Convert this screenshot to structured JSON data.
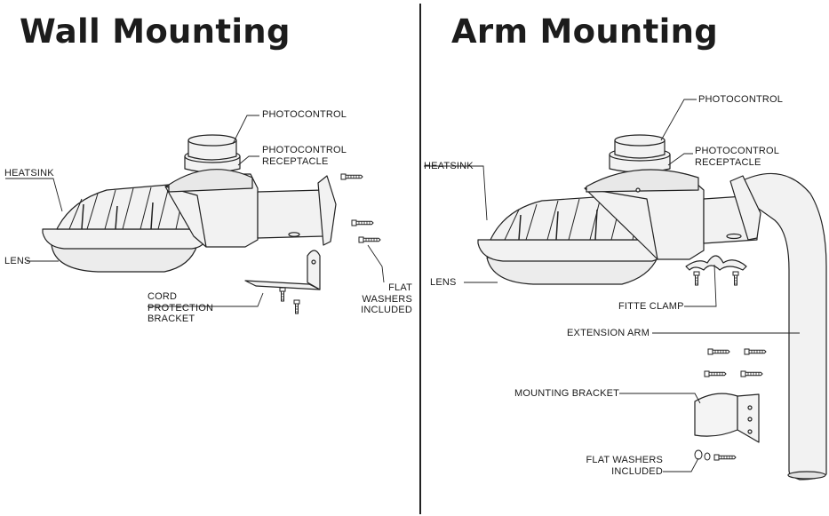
{
  "titles": {
    "left": "Wall Mounting",
    "right": "Arm Mounting"
  },
  "wall": {
    "photocontrol": "PHOTOCONTROL",
    "receptacle_1": "PHOTOCONTROL",
    "receptacle_2": "RECEPTACLE",
    "heatsink": "HEATSINK",
    "lens": "LENS",
    "cord_1": "CORD",
    "cord_2": "PROTECTION",
    "cord_3": "BRACKET",
    "washers_1": "FLAT WASHERS",
    "washers_2": "INCLUDED"
  },
  "arm": {
    "photocontrol": "PHOTOCONTROL",
    "receptacle_1": "PHOTOCONTROL",
    "receptacle_2": "RECEPTACLE",
    "heatsink": "HEATSINK",
    "lens": "LENS",
    "clamp": "FITTE CLAMP",
    "extension": "EXTENSION ARM",
    "bracket": "MOUNTING BRACKET",
    "washers_1": "FLAT WASHERS",
    "washers_2": "INCLUDED"
  },
  "colors": {
    "line": "#222222",
    "fixture_fill": "#f2f2f2"
  }
}
